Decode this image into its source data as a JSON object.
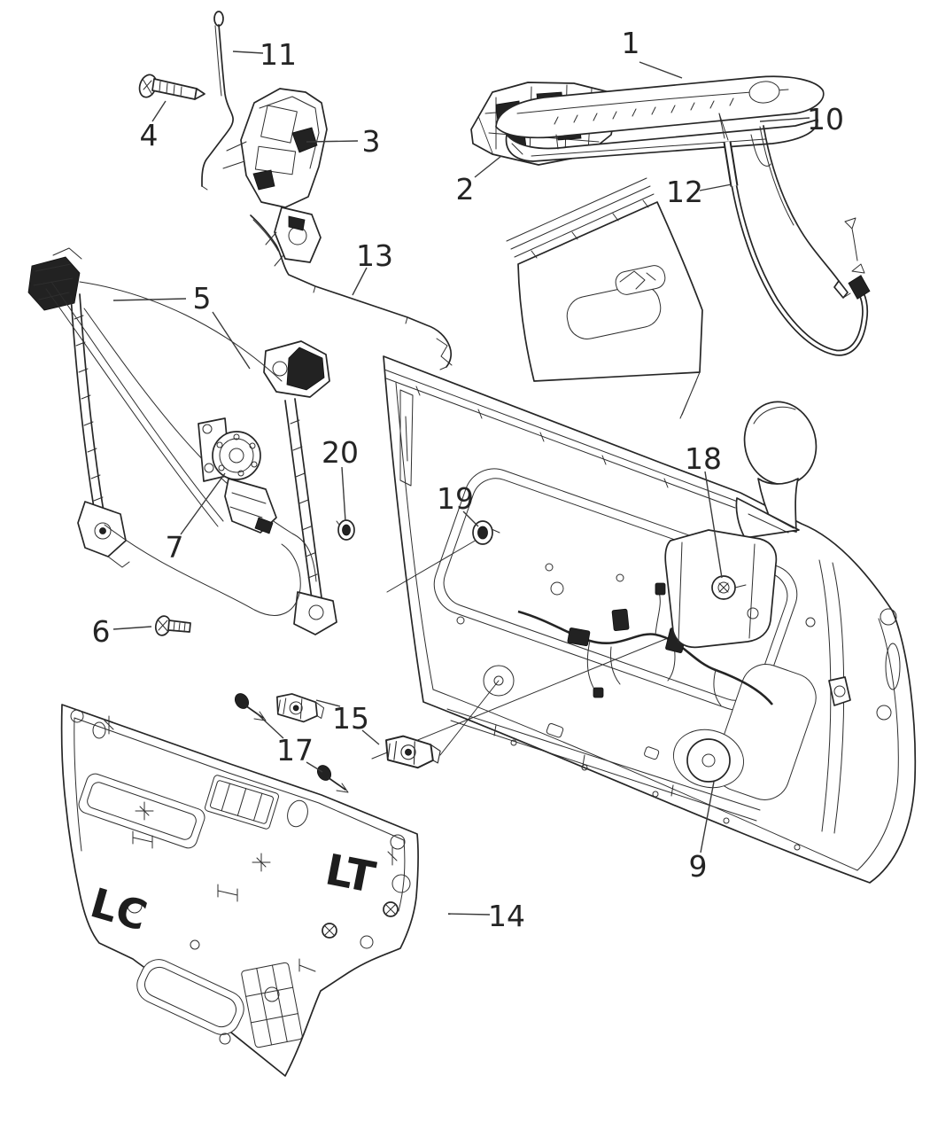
{
  "diagram": {
    "callouts": [
      {
        "label": "1"
      },
      {
        "label": "2"
      },
      {
        "label": "3"
      },
      {
        "label": "4"
      },
      {
        "label": "5"
      },
      {
        "label": "6"
      },
      {
        "label": "7"
      },
      {
        "label": "9"
      },
      {
        "label": "10"
      },
      {
        "label": "11"
      },
      {
        "label": "12"
      },
      {
        "label": "13"
      },
      {
        "label": "14"
      },
      {
        "label": "15"
      },
      {
        "label": "17"
      },
      {
        "label": "18"
      },
      {
        "label": "19"
      },
      {
        "label": "20"
      }
    ],
    "panel_markings": {
      "left": "LC",
      "right": "LT"
    },
    "colors": {
      "line": "#242424",
      "background": "#ffffff",
      "label_text": "#242424"
    }
  }
}
